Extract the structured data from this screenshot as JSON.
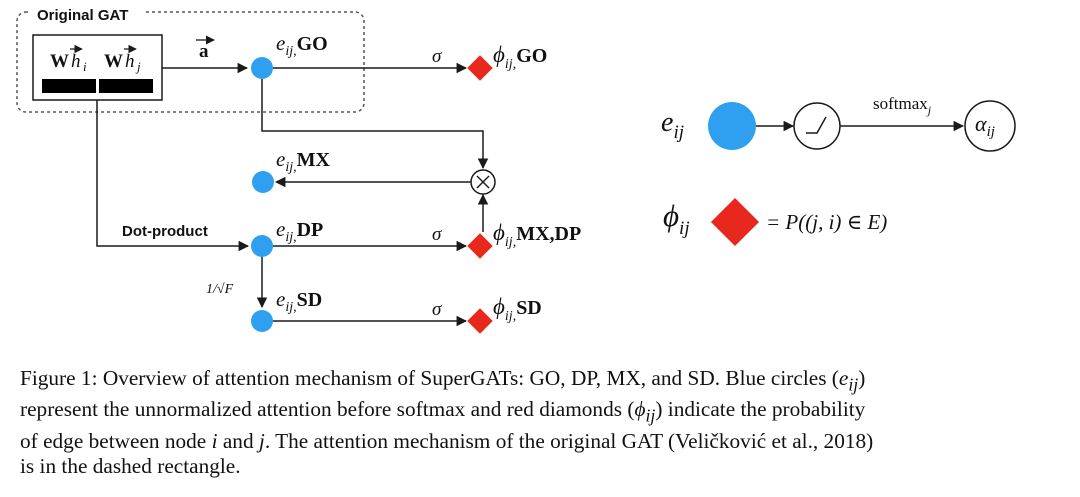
{
  "colors": {
    "node": "#2f9ff0",
    "diamond": "#e8281c",
    "line": "#1a1a1a",
    "dashed_box": "#555555"
  },
  "diagram": {
    "box_label": "Original GAT",
    "wh_i": "W",
    "wh_j": "W",
    "h_letter": "h",
    "sub_i": "i",
    "sub_j": "j",
    "a_vec": "a",
    "dot_product": "Dot-product",
    "inv_sqrt_f": "1/√F",
    "sigma": "σ",
    "e": "e",
    "phi": "ϕ",
    "ij_sub": "ij",
    "go": "GO",
    "mx": "MX",
    "dp": "DP",
    "sd": "SD",
    "mx_dp": "MX,DP",
    "otimes": "⊗"
  },
  "legend": {
    "e_label": "e",
    "ij_sub": "ij",
    "softmax": "softmax",
    "softmax_sub": "j",
    "alpha": "α",
    "phi_label": "ϕ",
    "prob": "= P((j, i) ∈ E)"
  },
  "caption": {
    "line1_a": "Figure 1: Overview of attention mechanism of SuperGATs: GO, DP, MX, and SD. Blue circles (",
    "line1_b": ")",
    "line2_a": "represent the unnormalized attention before softmax and red diamonds (",
    "line2_b": ") indicate the probability",
    "line3_a": "of edge between node ",
    "line3_b": " and ",
    "line3_c": ". The attention mechanism of the original GAT (Veličković et al., 2018)",
    "line4": "is in the dashed rectangle.",
    "e_sym": "e",
    "phi_sym": "ϕ",
    "ij": "ij",
    "i": "i",
    "j": "j"
  }
}
